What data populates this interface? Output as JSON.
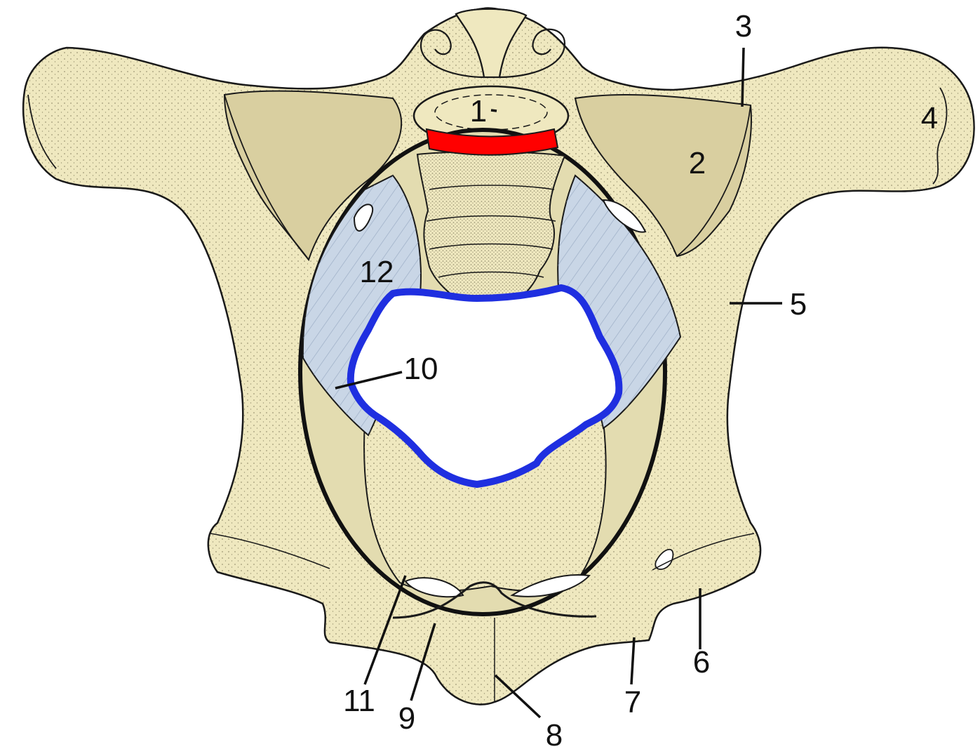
{
  "figure": {
    "colors": {
      "bone": "#efe8bf",
      "bone_shade": "#d9cfa0",
      "ligament": "#c9d6e6",
      "ligament_shade": "#9fb2cc",
      "highlight_red": "#ff0000",
      "highlight_blue": "#1f2fe0",
      "outline": "#1a1a1a"
    },
    "labels": {
      "l1": "1",
      "l2": "2",
      "l3": "3",
      "l4": "4",
      "l5": "5",
      "l6": "6",
      "l7": "7",
      "l8": "8",
      "l9": "9",
      "l10": "10",
      "l11": "11",
      "l12": "12"
    }
  }
}
